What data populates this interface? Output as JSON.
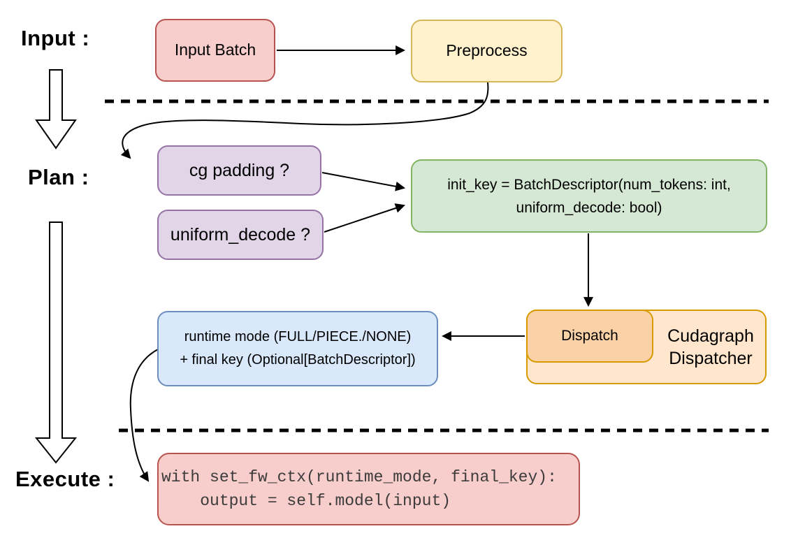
{
  "title": "Cudagraph dispatch flow diagram",
  "stages": {
    "input": "Input :",
    "plan": "Plan :",
    "execute": "Execute :"
  },
  "nodes": {
    "input_batch": {
      "label": "Input Batch",
      "fill": "#f8cecc",
      "stroke": "#b85450"
    },
    "preprocess": {
      "label": "Preprocess",
      "fill": "#fff2cc",
      "stroke": "#d6b656"
    },
    "cg_padding": {
      "label": "cg padding ?",
      "fill": "#e1d5e7",
      "stroke": "#9673a6"
    },
    "uniform_decode": {
      "label": "uniform_decode ?",
      "fill": "#e1d5e7",
      "stroke": "#9673a6"
    },
    "init_key": {
      "lines": [
        "init_key = BatchDescriptor(num_tokens: int,",
        "uniform_decode: bool)"
      ],
      "fill": "#d5e8d4",
      "stroke": "#82b366"
    },
    "runtime_mode": {
      "lines": [
        "runtime mode (FULL/PIECE./NONE)",
        "+ final key (Optional[BatchDescriptor])"
      ],
      "fill": "#dae8fc",
      "stroke": "#6c8ebf"
    },
    "dispatch": {
      "label": "Dispatch",
      "fill": "#fbd2a7",
      "stroke": "#d79b00"
    },
    "cudagraph_dispatcher": {
      "lines": [
        "Cudagraph",
        "Dispatcher"
      ],
      "fill": "#ffe6cc",
      "stroke": "#d79b00"
    },
    "execute_code": {
      "lines": [
        "with set_fw_ctx(runtime_mode, final_key):",
        "    output = self.model(input)"
      ],
      "fill": "#f8cecc",
      "stroke": "#b85450"
    }
  },
  "edges": [
    {
      "from": "input_batch",
      "to": "preprocess",
      "style": "straight-arrow"
    },
    {
      "from": "preprocess",
      "to": "cg_padding",
      "style": "curved-arrow"
    },
    {
      "from": "cg_padding",
      "to": "init_key",
      "style": "straight-arrow"
    },
    {
      "from": "uniform_decode",
      "to": "init_key",
      "style": "straight-arrow"
    },
    {
      "from": "init_key",
      "to": "dispatch",
      "style": "straight-arrow"
    },
    {
      "from": "dispatch",
      "to": "runtime_mode",
      "style": "straight-arrow"
    },
    {
      "from": "runtime_mode",
      "to": "execute_code",
      "style": "curved-arrow"
    },
    {
      "from": "stage_input",
      "to": "stage_plan",
      "style": "hollow-block-arrow"
    },
    {
      "from": "stage_plan",
      "to": "stage_execute",
      "style": "hollow-block-arrow"
    }
  ],
  "separators": [
    {
      "between": [
        "input",
        "plan"
      ],
      "style": "dashed"
    },
    {
      "between": [
        "plan",
        "execute"
      ],
      "style": "dashed"
    }
  ]
}
